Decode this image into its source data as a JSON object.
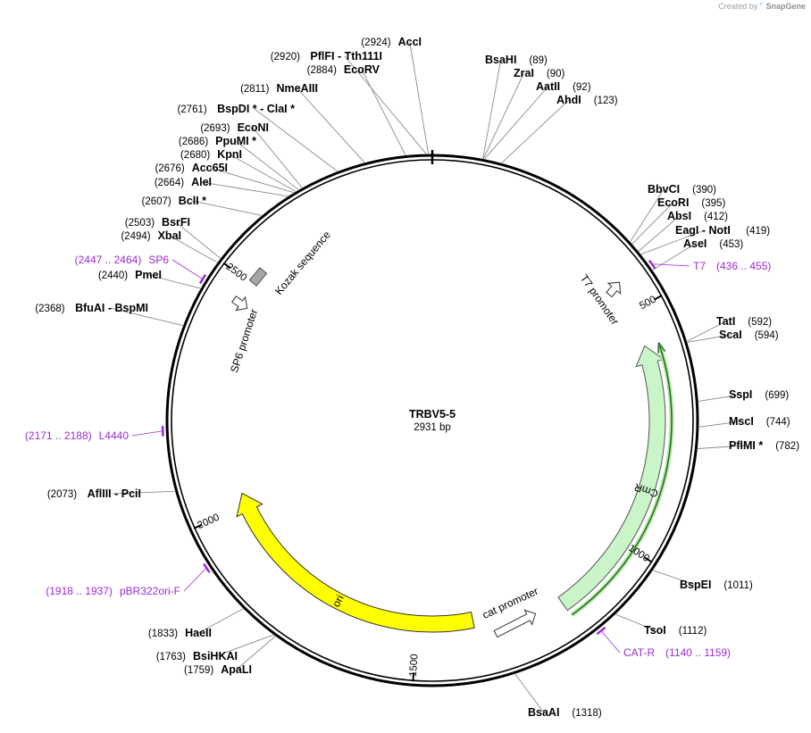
{
  "credit": {
    "prefix": "Created by",
    "brand": "SnapGene"
  },
  "plasmid": {
    "name": "TRBV5-5",
    "size_label": "2931 bp",
    "length": 2931
  },
  "colors": {
    "ori": "#ffff00",
    "cmr": "#c9f5c9",
    "primer": "#9c2bd6",
    "orf_line": "#1a6e1a"
  },
  "ticks": [
    {
      "label": "500",
      "bp": 500
    },
    {
      "label": "1000",
      "bp": 1000
    },
    {
      "label": "1500",
      "bp": 1500
    },
    {
      "label": "2000",
      "bp": 2000
    },
    {
      "label": "2500",
      "bp": 2500
    }
  ],
  "features": [
    {
      "id": "ori",
      "label": "ori",
      "type": "arrow",
      "start": 1372,
      "end": 2025,
      "direction": "reverse",
      "color": "#ffff00"
    },
    {
      "id": "cmr",
      "label": "CmR",
      "type": "arrow",
      "start": 1177,
      "end": 576,
      "direction": "reverse",
      "color": "#c9f5c9"
    },
    {
      "id": "cat-promoter",
      "label": "cat promoter",
      "type": "promoter",
      "bp": 1245
    },
    {
      "id": "t7-promoter",
      "label": "T7 promoter",
      "type": "promoter",
      "bp": 452
    },
    {
      "id": "sp6-promoter",
      "label": "SP6 promoter",
      "type": "promoter",
      "bp": 2460
    },
    {
      "id": "kozak",
      "label": "Kozak sequence",
      "type": "box",
      "bp": 2552
    }
  ],
  "enzymes": [
    {
      "name": "AccI",
      "pos": "(2924)",
      "bp": 2924
    },
    {
      "name": "PflFI  - Tth111I",
      "pos": "(2920)",
      "bp": 2920
    },
    {
      "name": "EcoRV",
      "pos": "(2884)",
      "bp": 2884
    },
    {
      "name": "NmeAIII",
      "pos": "(2811)",
      "bp": 2811
    },
    {
      "name": "BspDI *  - ClaI *",
      "pos": "(2761)",
      "bp": 2761
    },
    {
      "name": "EcoNI",
      "pos": "(2693)",
      "bp": 2693
    },
    {
      "name": "PpuMI *",
      "pos": "(2686)",
      "bp": 2686
    },
    {
      "name": "KpnI",
      "pos": "(2680)",
      "bp": 2680
    },
    {
      "name": "Acc65I",
      "pos": "(2676)",
      "bp": 2676
    },
    {
      "name": "AleI",
      "pos": "(2664)",
      "bp": 2664
    },
    {
      "name": "BclI *",
      "pos": "(2607)",
      "bp": 2607
    },
    {
      "name": "BsrFI",
      "pos": "(2503)",
      "bp": 2503
    },
    {
      "name": "XbaI",
      "pos": "(2494)",
      "bp": 2494
    },
    {
      "name": "PmeI",
      "pos": "(2440)",
      "bp": 2440
    },
    {
      "name": "BfuAI  - BspMI",
      "pos": "(2368)",
      "bp": 2368
    },
    {
      "name": "AflIII  - PciI",
      "pos": "(2073)",
      "bp": 2073
    },
    {
      "name": "HaeII",
      "pos": "(1833)",
      "bp": 1833
    },
    {
      "name": "BsiHKAI",
      "pos": "(1763)",
      "bp": 1763
    },
    {
      "name": "ApaLI",
      "pos": "(1759)",
      "bp": 1759
    },
    {
      "name": "BsaAI",
      "pos": "(1318)",
      "bp": 1318
    },
    {
      "name": "TsoI",
      "pos": "(1112)",
      "bp": 1112
    },
    {
      "name": "BspEI",
      "pos": "(1011)",
      "bp": 1011
    },
    {
      "name": "PflMI *",
      "pos": "(782)",
      "bp": 782
    },
    {
      "name": "MscI",
      "pos": "(744)",
      "bp": 744
    },
    {
      "name": "SspI",
      "pos": "(699)",
      "bp": 699
    },
    {
      "name": "ScaI",
      "pos": "(594)",
      "bp": 594
    },
    {
      "name": "TatI",
      "pos": "(592)",
      "bp": 592
    },
    {
      "name": "AseI",
      "pos": "(453)",
      "bp": 453
    },
    {
      "name": "EagI  - NotI",
      "pos": "(419)",
      "bp": 419
    },
    {
      "name": "AbsI",
      "pos": "(412)",
      "bp": 412
    },
    {
      "name": "EcoRI",
      "pos": "(395)",
      "bp": 395
    },
    {
      "name": "BbvCI",
      "pos": "(390)",
      "bp": 390
    },
    {
      "name": "BsaHI",
      "pos": "(89)",
      "bp": 89
    },
    {
      "name": "ZraI",
      "pos": "(90)",
      "bp": 90
    },
    {
      "name": "AatII",
      "pos": "(92)",
      "bp": 92
    },
    {
      "name": "AhdI",
      "pos": "(123)",
      "bp": 123
    }
  ],
  "primers": [
    {
      "name": "T7",
      "range": "(436 .. 455)",
      "bp": 445
    },
    {
      "name": "CAT-R",
      "range": "(1140 .. 1159)",
      "bp": 1150
    },
    {
      "name": "pBR322ori-F",
      "range": "(1918 .. 1937)",
      "bp": 1928
    },
    {
      "name": "L4440",
      "range": "(2171 .. 2188)",
      "bp": 2180
    },
    {
      "name": "SP6",
      "range": "(2447 .. 2464)",
      "bp": 2456
    }
  ]
}
